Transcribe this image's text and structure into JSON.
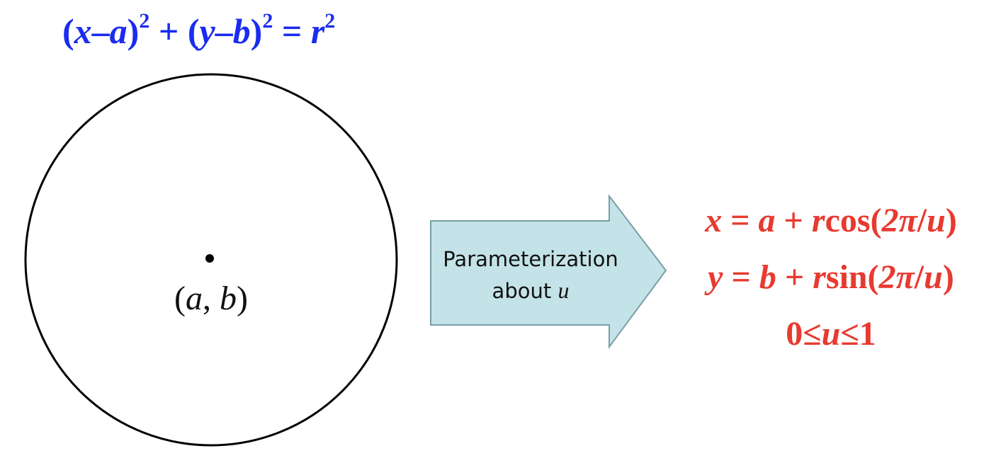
{
  "colors": {
    "implicit_equation": "#1a2cf0",
    "parametric_equations": "#e83a30",
    "arrow_fill": "#c4e3e8",
    "arrow_stroke": "#7a9ea6",
    "circle_stroke": "#000000",
    "text": "#111111"
  },
  "implicit_equation": {
    "open1": "(",
    "x": "x",
    "minus1": "–",
    "a": "a",
    "close1": ")",
    "exp1": "2",
    "plus": " + ",
    "open2": "(",
    "y": "y",
    "minus2": "–",
    "b": "b",
    "close2": ")",
    "exp2": "2",
    "equals": " = ",
    "r": "r",
    "exp3": "2"
  },
  "center_label": {
    "open": "(",
    "a": "a",
    "comma": ", ",
    "b": "b",
    "close": ")"
  },
  "arrow_label": {
    "line1": "Parameterization",
    "line2_text": "about ",
    "line2_var": "u"
  },
  "parametric_equations": {
    "x_eq": {
      "lhs": "x",
      "eq": " = ",
      "a": "a",
      "plus": " + ",
      "r": "r",
      "func": "cos(",
      "two_pi": "2π",
      "slash": "/",
      "u": "u",
      "close": ")"
    },
    "y_eq": {
      "lhs": "y",
      "eq": " = ",
      "b": "b",
      "plus": " + ",
      "r": "r",
      "func": "sin(",
      "two_pi": "2π",
      "slash": "/",
      "u": "u",
      "close": ")"
    },
    "domain": {
      "zero": "0",
      "le1": "≤",
      "u": "u",
      "le2": "≤",
      "one": "1"
    }
  }
}
